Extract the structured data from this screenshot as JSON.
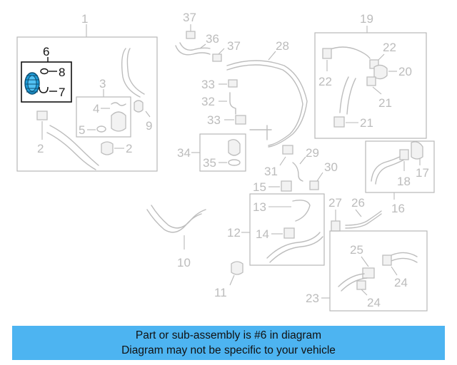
{
  "callouts": {
    "c1": "1",
    "c2a": "2",
    "c2b": "2",
    "c3": "3",
    "c4": "4",
    "c5": "5",
    "c6": "6",
    "c7": "7",
    "c8": "8",
    "c9": "9",
    "c10": "10",
    "c11": "11",
    "c12": "12",
    "c13": "13",
    "c14": "14",
    "c15": "15",
    "c16": "16",
    "c17": "17",
    "c18": "18",
    "c19": "19",
    "c20": "20",
    "c21a": "21",
    "c21b": "21",
    "c22a": "22",
    "c22b": "22",
    "c23": "23",
    "c24a": "24",
    "c24b": "24",
    "c25": "25",
    "c26": "26",
    "c27": "27",
    "c28": "28",
    "c29": "29",
    "c30": "30",
    "c31": "31",
    "c32": "32",
    "c33a": "33",
    "c33b": "33",
    "c34": "34",
    "c35": "35",
    "c36": "36",
    "c37a": "37",
    "c37b": "37"
  },
  "highlight_color": "#1e9bd7",
  "footer": {
    "line1": "Part or sub-assembly is #6 in diagram",
    "line2": "Diagram may not be specific to your vehicle",
    "background": "#4db4f1"
  }
}
